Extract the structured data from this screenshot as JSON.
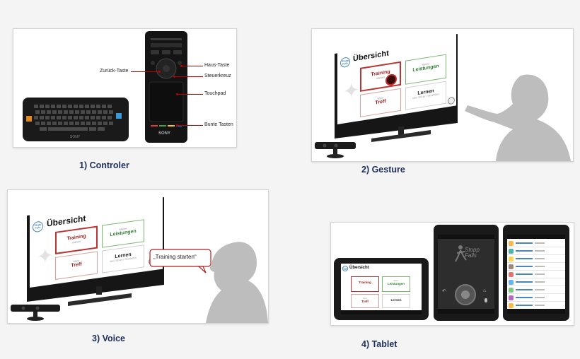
{
  "captions": {
    "controller": "1) Controler",
    "gesture": "2) Gesture",
    "voice": "3) Voice",
    "tablet": "4) Tablet"
  },
  "controller_callouts": {
    "back": "Zurück-Taste",
    "home": "Haus-Taste",
    "dpad": "Steuerkreuz",
    "touchpad": "Touchpad",
    "colors": "Bunte Tasten"
  },
  "controller_branding": "SONY",
  "app": {
    "logo": "Stopp Falls",
    "title": "Übersicht",
    "tiles": [
      {
        "pre": "",
        "main": "Training",
        "sub": "starten"
      },
      {
        "pre": "Meine",
        "main": "Leistungen",
        "sub": ""
      },
      {
        "pre": "Mein",
        "main": "Treff",
        "sub": ""
      },
      {
        "pre": "",
        "main": "Lernen",
        "sub": "über Stürze / Sturzfallen"
      }
    ]
  },
  "speech_bubble": "„Training starten“",
  "phone_logo": "Stopp Falls",
  "colors": {
    "caption": "#1f2f5c",
    "accent_red": "#9c2020",
    "accent_green": "#2e7d32",
    "brand_blue": "#4a86b9"
  }
}
